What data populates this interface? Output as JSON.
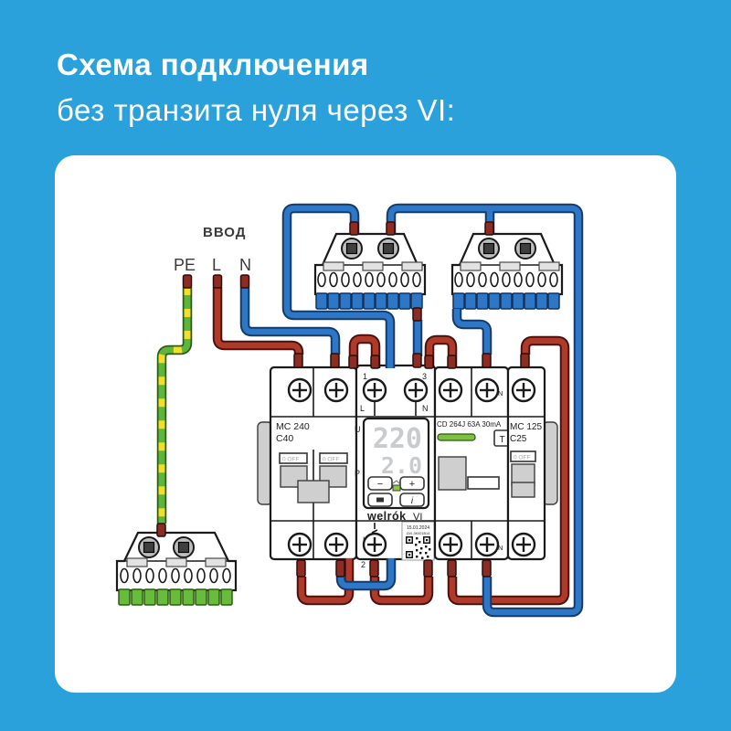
{
  "title": {
    "line1": "Схема подключения",
    "line2": "без транзита нуля через VI:"
  },
  "input": {
    "label": "ВВОД",
    "pe": "PE",
    "l": "L",
    "n": "N"
  },
  "devices": {
    "mc240": {
      "model": "MC 240",
      "rating": "C40",
      "indicator": "0 OFF"
    },
    "welrok": {
      "terminal_top_left_num": "1",
      "terminal_top_left_letter": "L",
      "terminal_top_right_num": "3",
      "terminal_top_right_letter": "N",
      "terminal_bottom_letter": "L",
      "terminal_bottom_num": "2",
      "display_top": "220",
      "display_bottom": "2.0",
      "legend_u": "U",
      "legend_i": "I",
      "legend_p": "P",
      "btn_minus": "−",
      "btn_plus": "+",
      "btn_info": "i",
      "brand": "welrók",
      "series": "VI",
      "sticker_date": "15.01.2024",
      "sticker_serial": "GVI-3K001B14"
    },
    "rcd": {
      "model": "CD 264J 63A 30mA",
      "test_button": "T",
      "neutral_label": "N"
    },
    "mc125": {
      "model": "MC 125",
      "rating": "C25",
      "indicator": "0 OFF"
    }
  },
  "colors": {
    "background": "#2BA1DB",
    "wire_live": "#B03A2A",
    "wire_neutral": "#2E77C6",
    "wire_pe_green": "#5CB53C",
    "wire_pe_yellow": "#F0E02C",
    "ferrule": "#8E2B22",
    "busbar_teeth_blue": "#2E77C6",
    "busbar_teeth_green": "#67BC3C",
    "rcd_indicator": "#7CC142"
  }
}
